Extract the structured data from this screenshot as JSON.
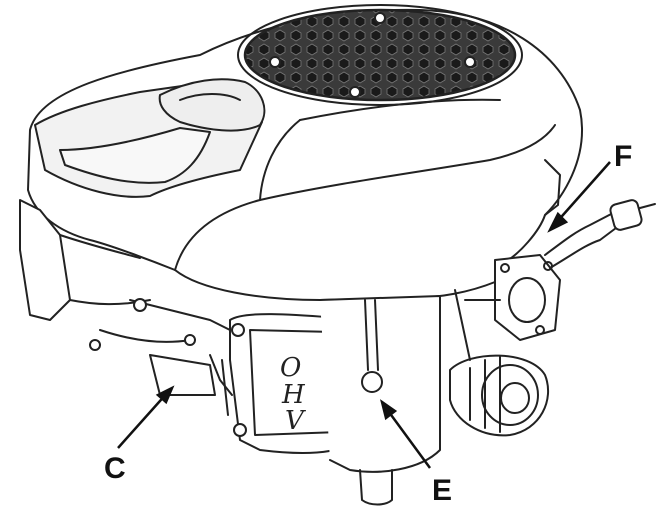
{
  "diagram": {
    "engine_badge_letters": [
      "O",
      "H",
      "V"
    ],
    "callouts": [
      {
        "id": "C",
        "label": "C"
      },
      {
        "id": "E",
        "label": "E"
      },
      {
        "id": "F",
        "label": "F"
      }
    ]
  }
}
